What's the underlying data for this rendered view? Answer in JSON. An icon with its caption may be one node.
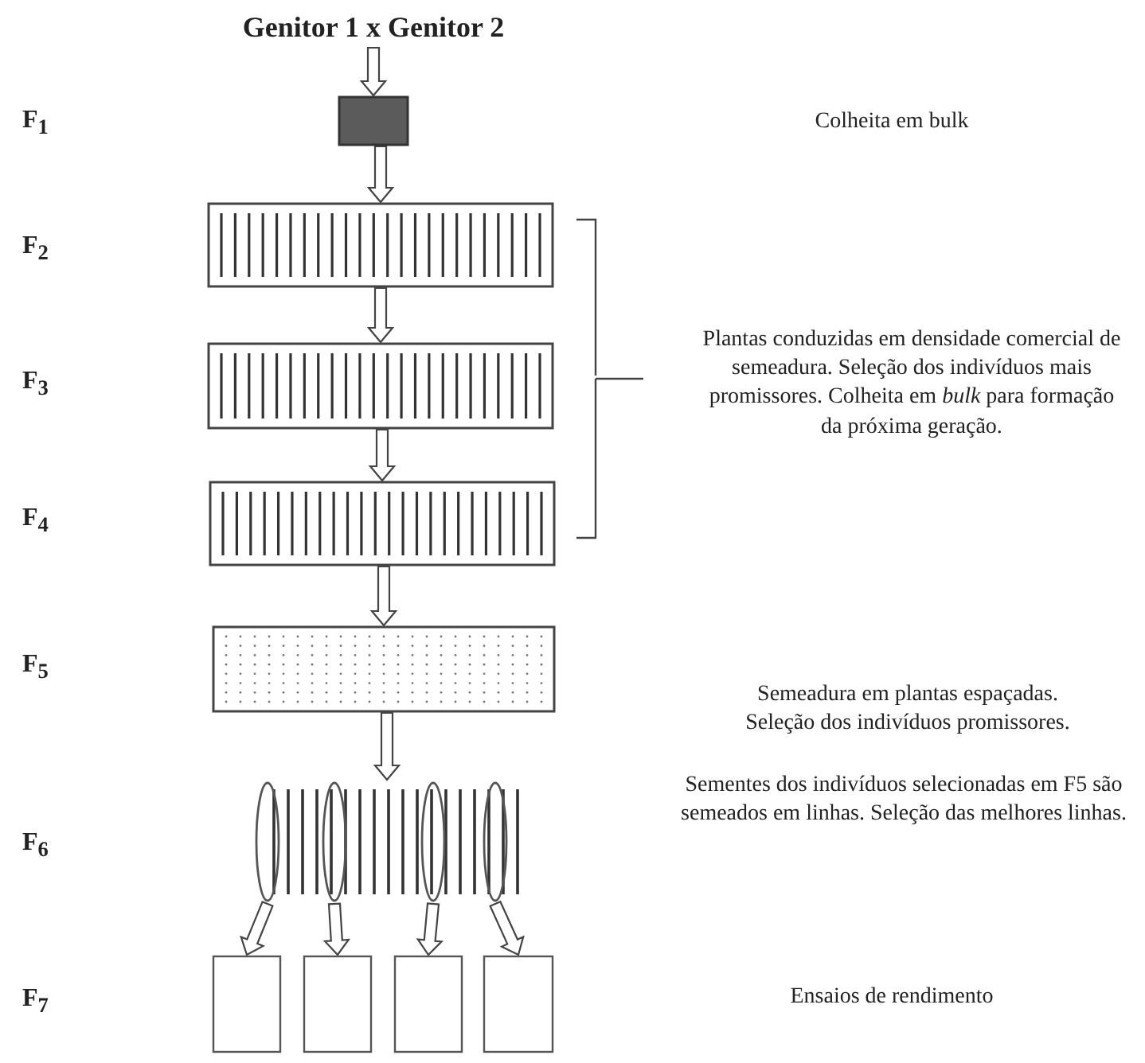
{
  "diagram": {
    "nodes": [
      {
        "text": [
          "Genitor 1 x Genitor 2"
        ]
      },
      {
        "text": [],
        "shape": "box"
      },
      {
        "text": [],
        "shape": "box"
      },
      {
        "text": [],
        "shape": "box"
      },
      {
        "text": [],
        "shape": "box"
      },
      {
        "text": [],
        "shape": "box"
      },
      {
        "text": [],
        "shape": "picture"
      },
      {
        "text": [],
        "shape": "box"
      },
      {
        "text": [],
        "shape": "box"
      },
      {
        "text": [],
        "shape": "box"
      },
      {
        "text": [],
        "shape": "box"
      }
    ],
    "edges": [
      {
        "from": 0,
        "to": 1,
        "arrow": "to"
      },
      {
        "from": 1,
        "to": 2,
        "arrow": "to"
      },
      {
        "from": 2,
        "to": 3,
        "arrow": "to"
      },
      {
        "from": 3,
        "to": 4,
        "arrow": "to"
      },
      {
        "from": 4,
        "to": 5,
        "arrow": "to"
      },
      {
        "from": 5,
        "to": 6,
        "arrow": "to"
      },
      {
        "from": 6,
        "to": 7,
        "arrow": "to"
      },
      {
        "from": 6,
        "to": 8,
        "arrow": "to"
      },
      {
        "from": 6,
        "to": 9,
        "arrow": "to"
      },
      {
        "from": 6,
        "to": 10,
        "arrow": "to"
      }
    ],
    "labels": [
      "F$_{1}$",
      "Colheita em bulk",
      "F$_{2}$",
      "F$_{3}$",
      "Plantas conduzidas em densidade comercial de semeadura. Seleção dos indivíduos mais promissores. Colheita em *bulk* para formação da próxima geração.",
      "F$_{4}$",
      "F$_{5}$",
      "Semeadura em plantas espaçadas. Seleção dos indivíduos promissores.",
      "F$_{6}$",
      "Sementes dos indivíduos selecionadas em F5 são semeados em linhas. Seleção das melhores linhas.",
      "F$_{7}$",
      "Ensaios de rendimento"
    ]
  }
}
